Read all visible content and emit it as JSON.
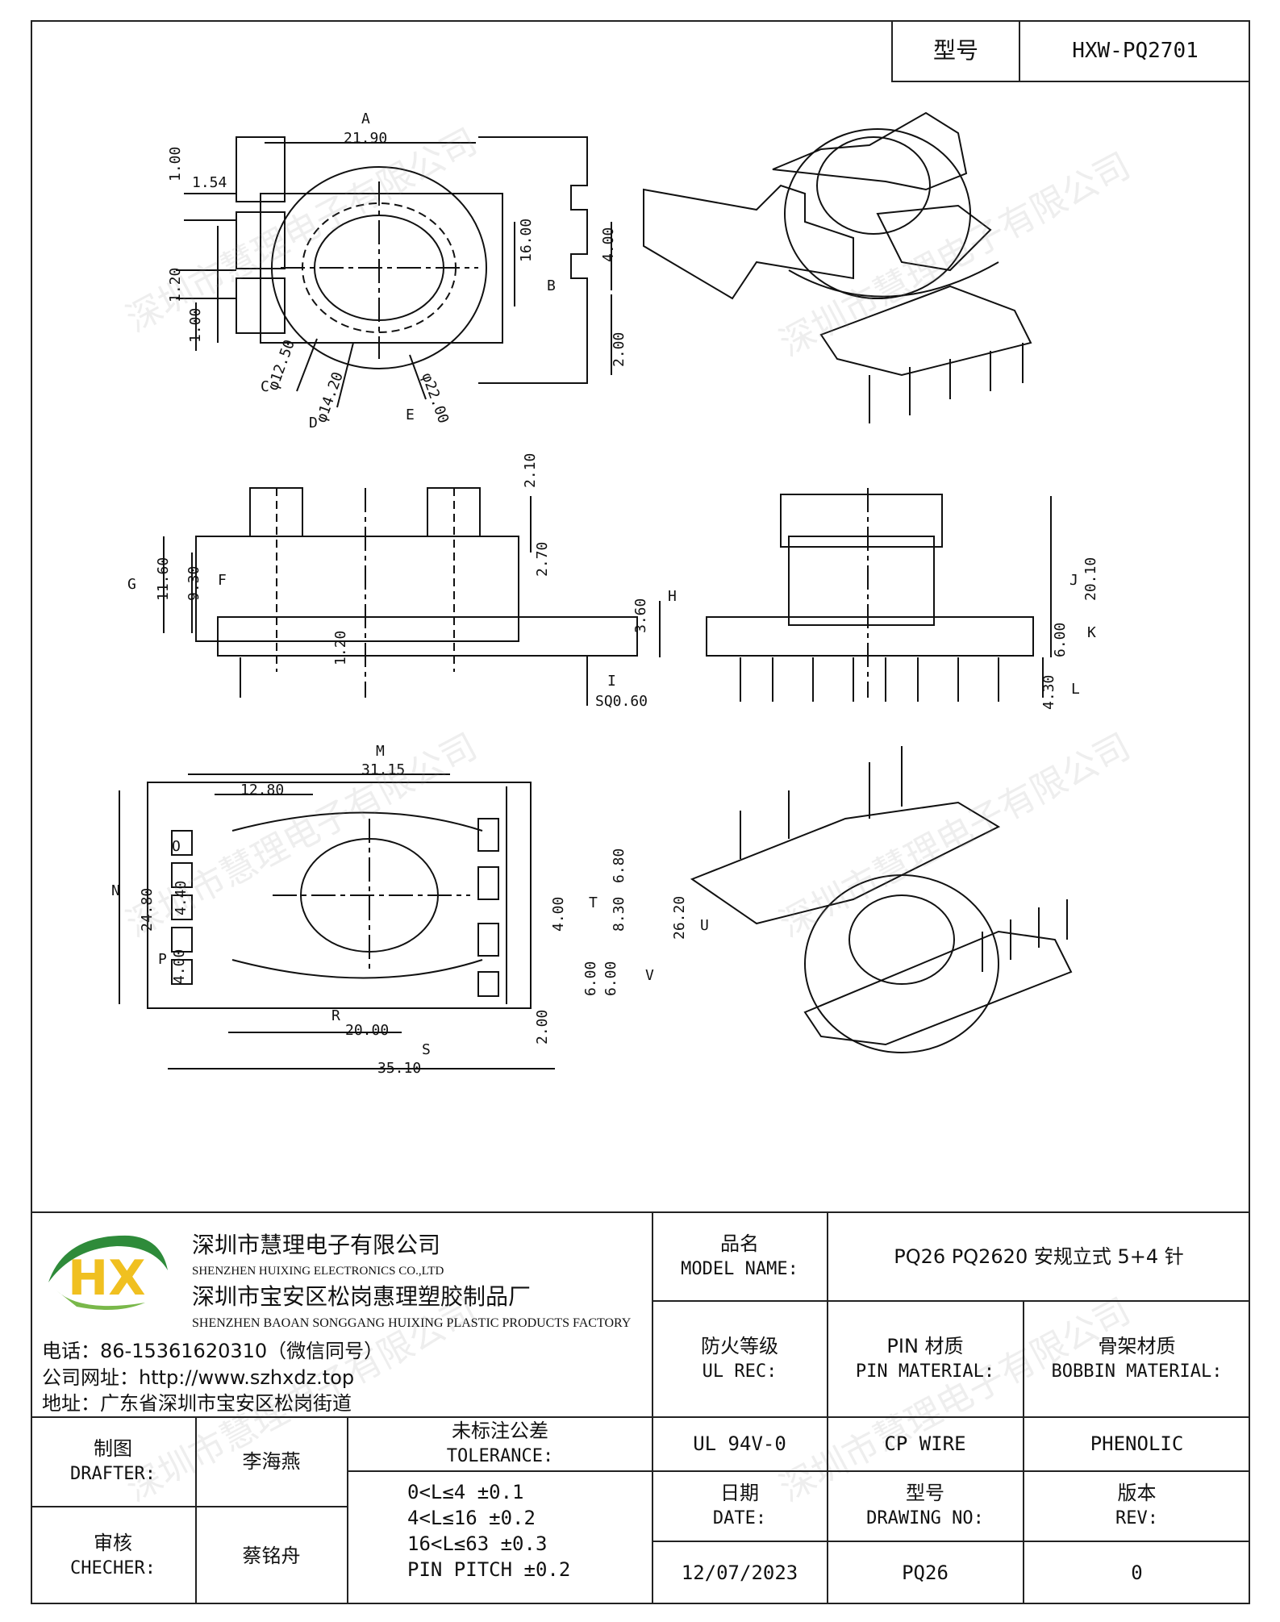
{
  "header": {
    "type_label": "型号",
    "type_value": "HXW-PQ2701"
  },
  "watermark": "深圳市慧理电子有限公司",
  "dimensions": {
    "top_view": {
      "A_label": "A",
      "A_value": "21.90",
      "d1": "1.00",
      "d2": "1.54",
      "d3": "1.20",
      "d4": "1.00",
      "B_label": "B",
      "B1": "16.00",
      "B2": "4.00",
      "B3": "2.00",
      "C_label": "C",
      "C_value": "φ12.50",
      "D_label": "D",
      "D_value": "φ14.20",
      "E_label": "E",
      "E_value": "φ22.00"
    },
    "side_view": {
      "G_label": "G",
      "G_value": "11.60",
      "F_label": "F",
      "F_value": "9.30",
      "top_value": "2.10",
      "mid_value": "2.70",
      "h120": "1.20",
      "H_label": "H",
      "H_value": "3.60",
      "I_label": "I",
      "I_value": "SQ0.60"
    },
    "front_view": {
      "J_label": "J",
      "J_value": "20.10",
      "K_label": "K",
      "K_value": "6.00",
      "L_label": "L",
      "L_value": "4.30"
    },
    "bottom_view": {
      "M_label": "M",
      "M_value": "31.15",
      "m2": "12.80",
      "N_label": "N",
      "N_value": "24.80",
      "O_label": "O",
      "O_value": "4.40",
      "P_label": "P",
      "P_value": "4.00",
      "T_label": "T",
      "t1": "6.80",
      "t2": "8.30",
      "t3": "4.00",
      "U_label": "U",
      "U_value": "26.20",
      "V_label": "V",
      "v1": "6.00",
      "v2": "6.00",
      "v3": "2.00",
      "R_label": "R",
      "R_value": "20.00",
      "S_label": "S",
      "S_value": "35.10"
    }
  },
  "company": {
    "logo_text": "HX",
    "name_cn": "深圳市慧理电子有限公司",
    "name_en": "SHENZHEN HUIXING ELECTRONICS CO.,LTD",
    "factory_cn": "深圳市宝安区松岗惠理塑胶制品厂",
    "factory_en": "SHENZHEN BAOAN SONGGANG HUIXING PLASTIC PRODUCTS FACTORY",
    "phone": "电话：86-15361620310（微信同号）",
    "website": "公司网址：http://www.szhxdz.top",
    "address": "地址：广东省深圳市宝安区松岗街道"
  },
  "title_block": {
    "model_name_cn": "品名",
    "model_name_en": "MODEL NAME:",
    "model_name_value": "PQ26 PQ2620 安规立式 5+4 针",
    "ul_cn": "防火等级",
    "ul_en": "UL REC:",
    "pin_cn": "PIN 材质",
    "pin_en": "PIN MATERIAL:",
    "bobbin_cn": "骨架材质",
    "bobbin_en": "BOBBIN MATERIAL:",
    "ul_value": "UL 94V-0",
    "pin_value": "CP WIRE",
    "bobbin_value": "PHENOLIC",
    "drafter_cn": "制图",
    "drafter_en": "DRAFTER:",
    "drafter_value": "李海燕",
    "checker_cn": "审核",
    "checker_en": "CHECHER:",
    "checker_value": "蔡铭舟",
    "tolerance_cn": "未标注公差",
    "tolerance_en": "TOLERANCE:",
    "tolerance_lines": [
      "0<L≤4  ±0.1",
      "4<L≤16  ±0.2",
      "16<L≤63  ±0.3",
      "PIN PITCH  ±0.2"
    ],
    "date_cn": "日期",
    "date_en": "DATE:",
    "drawing_no_cn": "型号",
    "drawing_no_en": "DRAWING NO:",
    "rev_cn": "版本",
    "rev_en": "REV:",
    "date_value": "12/07/2023",
    "drawing_no_value": "PQ26",
    "rev_value": "0"
  }
}
